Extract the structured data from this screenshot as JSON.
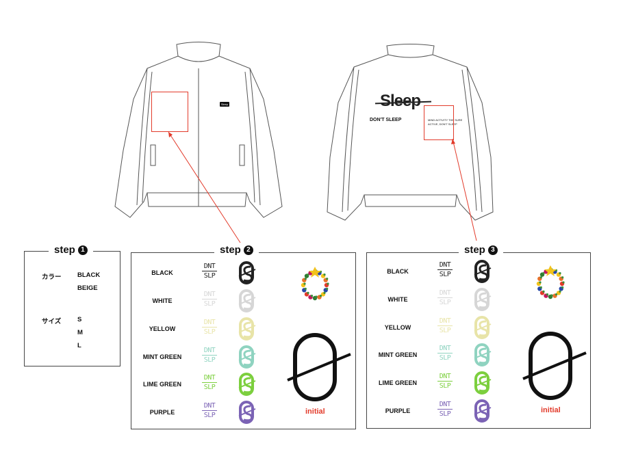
{
  "front_jacket": {
    "tag_text": "Sleep"
  },
  "back_jacket": {
    "logo_text": "Sleep",
    "sub_text": "DON'T SLEEP",
    "small_lines": [
      "MIND ACTIVITY THE SURE",
      "ACTIVE, DON'T SLEEP"
    ]
  },
  "step1": {
    "title": "step",
    "number": "1",
    "color_label": "カラー",
    "colors": [
      "BLACK",
      "BEIGE"
    ],
    "size_label": "サイズ",
    "sizes": [
      "S",
      "M",
      "L"
    ]
  },
  "step2": {
    "title": "step",
    "number": "2",
    "options": [
      "BLACK",
      "WHITE",
      "YELLOW",
      "MINT GREEN",
      "LIME GREEN",
      "PURPLE"
    ],
    "initial_label": "initial"
  },
  "step3": {
    "title": "step",
    "number": "3",
    "options": [
      "BLACK",
      "WHITE",
      "YELLOW",
      "MINT GREEN",
      "LIME GREEN",
      "PURPLE"
    ],
    "initial_label": "initial"
  },
  "logo_text": {
    "top": "DNT",
    "bottom": "SLP"
  },
  "option_colors": [
    "#222222",
    "#d6d6d6",
    "#e8e4a8",
    "#8fd3c0",
    "#7ccf3e",
    "#7b63b5"
  ],
  "accent_red": "#e23a2a"
}
